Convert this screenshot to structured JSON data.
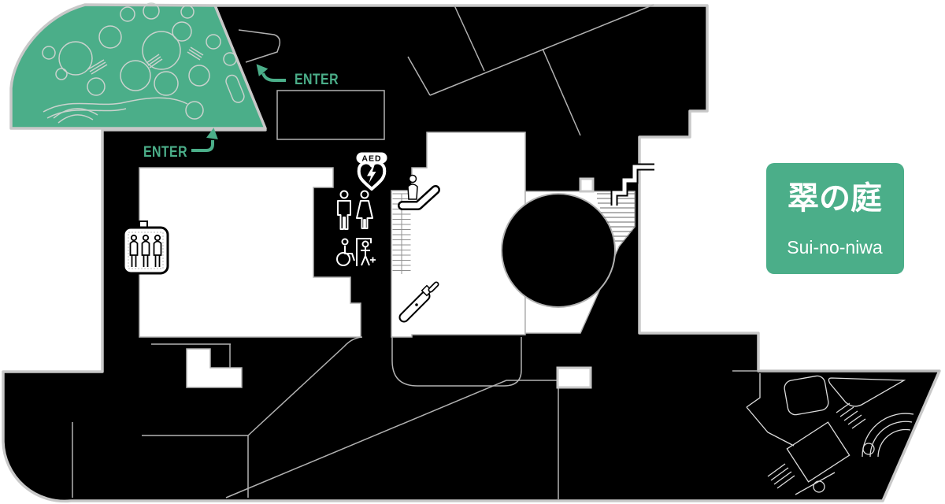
{
  "map": {
    "labels": {
      "enter_upper": "ENTER",
      "enter_lower": "ENTER",
      "aed": "AED"
    },
    "legend_badge": {
      "title_ja": "翠の庭",
      "title_romaji": "Sui-no-niwa"
    },
    "icons": [
      "aed-icon",
      "mens-restroom-icon",
      "womens-restroom-icon",
      "wheelchair-accessible-icon",
      "family-restroom-icon",
      "elevator-icon",
      "escalator-up-icon",
      "escalator-down-icon",
      "stairs-icon"
    ],
    "colors": {
      "accent_green": "#4BAE89",
      "building_black": "#000000",
      "outline_gray": "#C8C8C8",
      "wall_gray": "#B2B2B2",
      "background": "#FFFFFF"
    }
  }
}
